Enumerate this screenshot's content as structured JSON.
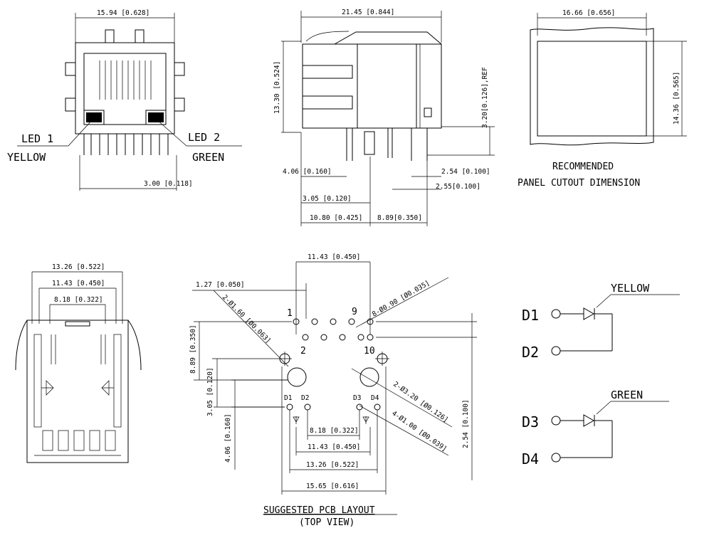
{
  "front": {
    "width": "15.94 [0.628]",
    "pitch": "3.00 [0.118]",
    "led1": "LED 1",
    "led1_color": "YELLOW",
    "led2": "LED 2",
    "led2_color": "GREEN"
  },
  "side": {
    "length": "21.45 [0.844]",
    "height": "13.30 [0.524]",
    "ref": "3.20[0.126],REF",
    "d406": "4.06 [0.160]",
    "d254": "2.54 [0.100]",
    "d255": "2.55[0.100]",
    "d305": "3.05 [0.120]",
    "d1080": "10.80 [0.425]",
    "d889": "8.89[0.350]"
  },
  "panel": {
    "width": "16.66 [0.656]",
    "height": "14.36 [0.565]",
    "title1": "RECOMMENDED",
    "title2": "PANEL CUTOUT DIMENSION"
  },
  "bottom": {
    "w1": "13.26 [0.522]",
    "w2": "11.43 [0.450]",
    "w3": "8.18 [0.322]"
  },
  "pcb": {
    "top": "11.43 [0.450]",
    "d127": "1.27 [0.050]",
    "hole160": "2-Ø1.60 [Ø0.063]",
    "hole090": "8-Ø0.90 [Ø0.035]",
    "hole320": "2-Ø3.20 [Ø0.126]",
    "hole100": "4-Ø1.00 [Ø0.039]",
    "v889": "8.89 [0.350]",
    "v305": "3.05 [0.120]",
    "v406": "4.06 [0.160]",
    "v254": "2.54 [0.100]",
    "b818": "8.18 [0.322]",
    "b1143": "11.43 [0.450]",
    "b1326": "13.26 [0.522]",
    "b1565": "15.65 [0.616]",
    "pin1": "1",
    "pin2": "2",
    "pin9": "9",
    "pin10": "10",
    "d1": "D1",
    "d2": "D2",
    "d3": "D3",
    "d4": "D4",
    "title1": "SUGGESTED PCB LAYOUT",
    "title2": "(TOP VIEW)"
  },
  "schematic": {
    "yellow": "YELLOW",
    "green": "GREEN",
    "d1": "D1",
    "d2": "D2",
    "d3": "D3",
    "d4": "D4"
  }
}
